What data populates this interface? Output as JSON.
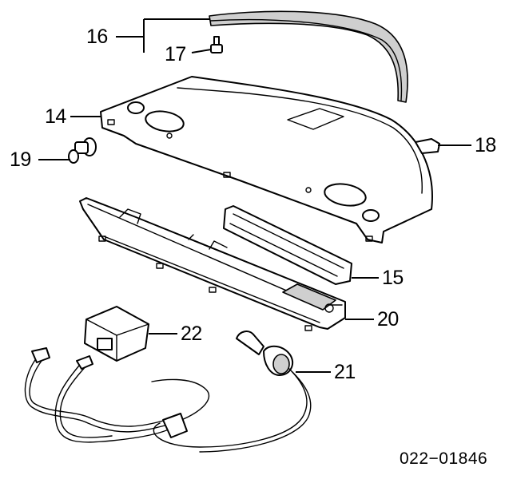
{
  "callouts": [
    {
      "id": "16",
      "text": "16"
    },
    {
      "id": "17",
      "text": "17"
    },
    {
      "id": "14",
      "text": "14"
    },
    {
      "id": "18",
      "text": "18"
    },
    {
      "id": "19",
      "text": "19"
    },
    {
      "id": "15",
      "text": "15"
    },
    {
      "id": "20",
      "text": "20"
    },
    {
      "id": "22",
      "text": "22"
    },
    {
      "id": "21",
      "text": "21"
    }
  ],
  "diagram_code": "022−01846",
  "colors": {
    "line": "#000000",
    "fill": "#ffffff",
    "shade": "#cfcfcf"
  }
}
